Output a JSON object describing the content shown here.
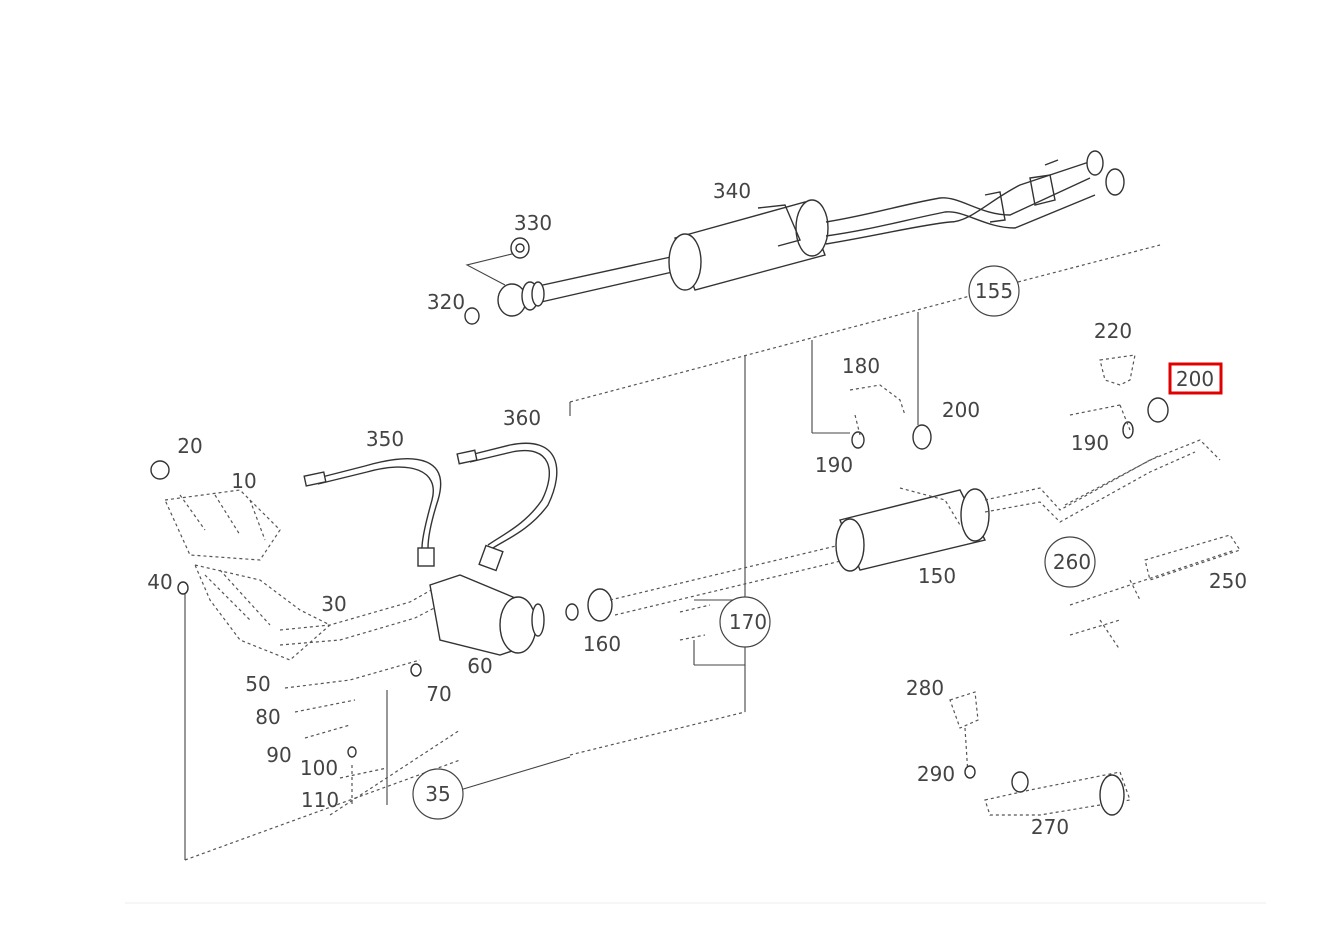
{
  "diagram": {
    "labels": {
      "p10": "10",
      "p20": "20",
      "p30": "30",
      "p40": "40",
      "p50": "50",
      "p60": "60",
      "p70": "70",
      "p80": "80",
      "p90": "90",
      "p100": "100",
      "p110": "110",
      "p150": "150",
      "p160": "160",
      "p180": "180",
      "p190a": "190",
      "p190b": "190",
      "p200a": "200",
      "p200b": "200",
      "p220": "220",
      "p250": "250",
      "p270": "270",
      "p280": "280",
      "p290": "290",
      "p320": "320",
      "p330": "330",
      "p340": "340",
      "p350": "350",
      "p360": "360"
    },
    "circled": {
      "c35": "35",
      "c155": "155",
      "c170": "170",
      "c260": "260"
    },
    "highlight_color": "#e00000",
    "highlighted_label": "200"
  }
}
